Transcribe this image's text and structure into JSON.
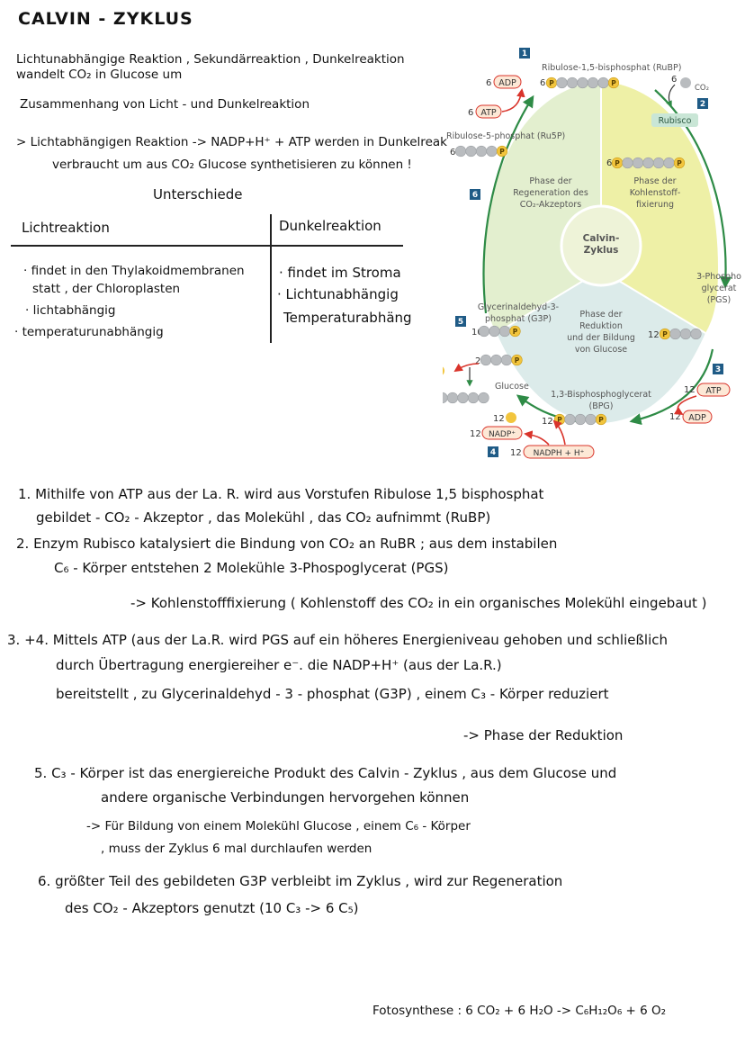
{
  "notes": {
    "title": "CALVIN - ZYKLUS",
    "intro_line1": "Lichtunabhängige Reaktion , Sekundärreaktion , Dunkelreaktion",
    "intro_line2": "wandelt CO₂ in Glucose um",
    "zusammenhang": "Zusammenhang von Licht - und Dunkelreaktion",
    "arrow_line1": "> Lichtabhängigen Reaktion -> NADP+H⁺ + ATP werden in Dunkelreak",
    "arrow_line2": "verbraucht um aus CO₂ Glucose synthetisieren zu können !",
    "unterschiede": "Unterschiede",
    "table": {
      "col1_header": "Lichtreaktion",
      "col2_header": "Dunkelreaktion",
      "col1_items": [
        "· findet in den Thylakoidmembranen",
        "statt , der Chloroplasten",
        "· lichtabhängig",
        "· temperaturunabhängig"
      ],
      "col2_items": [
        "· findet im Stroma",
        "· Lichtunabhängig",
        "Temperaturabhäng"
      ]
    },
    "step1_line1": "1. Mithilfe von ATP aus der La. R. wird aus Vorstufen Ribulose 1,5 bisphosphat",
    "step1_line2": "gebildet - CO₂ - Akzeptor , das Molekühl , das CO₂ aufnimmt (RuBP)",
    "step2_line1": "2. Enzym Rubisco katalysiert die Bindung von CO₂ an RuBR ; aus dem instabilen",
    "step2_line2": "C₆ - Körper entstehen 2 Molekühle 3-Phospoglycerat (PGS)",
    "fixation_line": "-> Kohlenstofffixierung ( Kohlenstoff des CO₂ in ein organisches Molekühl eingebaut )",
    "step34_line1": "3. +4. Mittels ATP (aus der La.R. wird PGS auf ein höheres Energieniveau gehoben und schließlich",
    "step34_line2": "durch Übertragung energiereiher e⁻. die NADP+H⁺ (aus der La.R.)",
    "step34_line3": "bereitstellt , zu Glycerinaldehyd - 3 - phosphat (G3P) , einem C₃ - Körper reduziert",
    "reduktion_line": "-> Phase der Reduktion",
    "step5_line1": "5. C₃ - Körper ist das energiereiche Produkt des Calvin - Zyklus , aus dem Glucose und",
    "step5_line2": "andere organische Verbindungen hervorgehen können",
    "step5_line3": "-> Für Bildung von einem Molekühl Glucose , einem C₆ - Körper",
    "step5_line4": ", muss der Zyklus 6 mal durchlaufen werden",
    "step6_line1": "6. größter Teil des gebildeten G3P verbleibt im Zyklus , wird zur Regeneration",
    "step6_line2": "des CO₂ - Akzeptors genutzt (10 C₃ -> 6 C₅)",
    "formula": "Fotosynthese : 6 CO₂ + 6 H₂O -> C₆H₁₂O₆ + 6 O₂"
  },
  "diagram": {
    "center_label_1": "Calvin-",
    "center_label_2": "Zyklus",
    "phase_regeneration": [
      "Phase der",
      "Regeneration des",
      "CO₂-Akzeptors"
    ],
    "phase_fixierung": [
      "Phase der",
      "Kohlenstoff-",
      "fixierung"
    ],
    "phase_reduktion": [
      "Phase der",
      "Reduktion",
      "und der Bildung",
      "von Glucose"
    ],
    "rubp_label": "Ribulose-1,5-bisphosphat (RuBP)",
    "ru5p_label": "Ribulose-5-phosphat (Ru5P)",
    "pgs_label": [
      "3-Phospho",
      "glycerat",
      "(PGS)"
    ],
    "g3p_label": [
      "Glycerinaldehyd-3-",
      "phosphat (G3P)"
    ],
    "bpg_label": [
      "1,3-Bisphosphoglycerat",
      "(BPG)"
    ],
    "glucose_label": "Glucose",
    "rubisco_label": "Rubisco",
    "co2_label": "CO₂",
    "p_symbol": "P",
    "adp_label": "ADP",
    "atp_label": "ATP",
    "nadp_label": "NADP⁺",
    "nadph_label": "NADPH + H⁺",
    "count_6": "6",
    "count_12": "12",
    "count_10": "10",
    "count_2": "2",
    "count_1": "1",
    "step_badges": [
      "1",
      "2",
      "3",
      "4",
      "5",
      "6"
    ],
    "colors": {
      "green_phase": "#e3efcf",
      "yellow_phase": "#eef0a6",
      "blue_phase": "#dcebea",
      "arrow_green": "#2e8b46",
      "arrow_red": "#d9342b",
      "badge": "#1f5b86",
      "phosphate": "#f2c53d",
      "carbon": "#b9bcbf",
      "rubisco": "#c9e6d6"
    }
  }
}
